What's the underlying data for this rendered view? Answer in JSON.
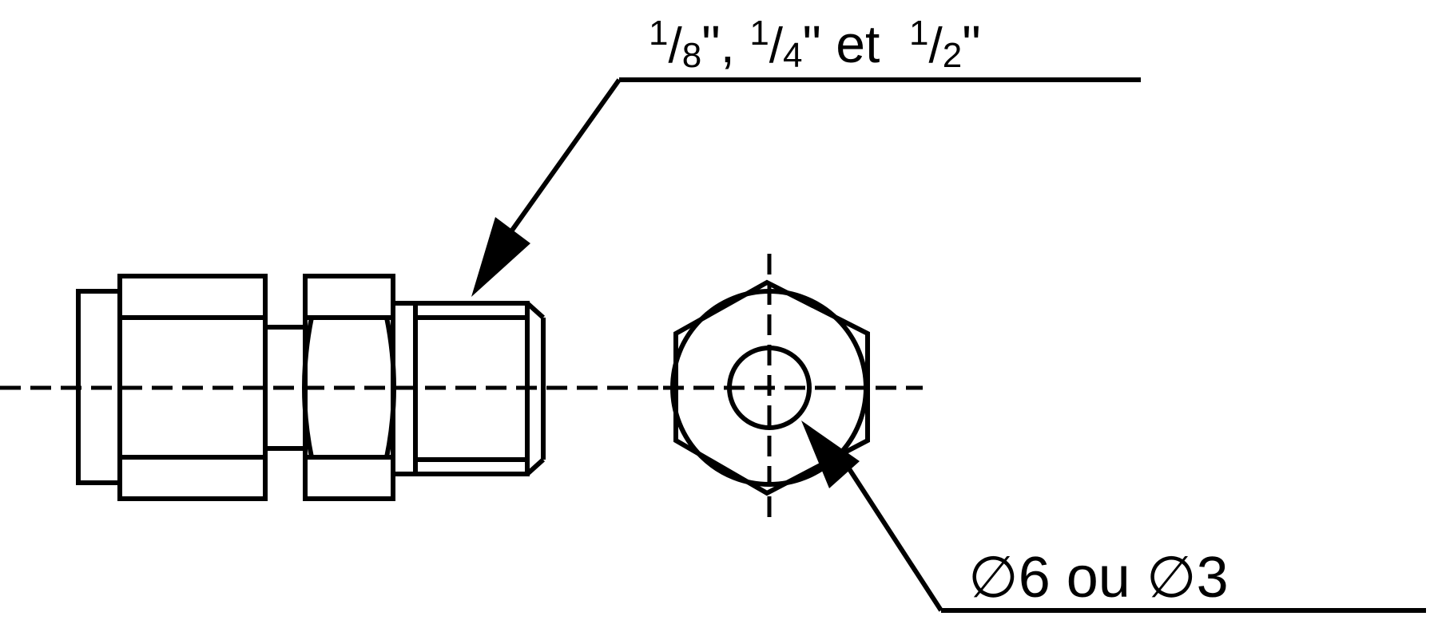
{
  "diagram": {
    "thread_label": {
      "fractions": [
        {
          "numerator": "1",
          "denominator": "8",
          "suffix": "\", "
        },
        {
          "numerator": "1",
          "denominator": "4",
          "suffix": "\" et  "
        },
        {
          "numerator": "1",
          "denominator": "2",
          "suffix": "\""
        }
      ],
      "full_text": "1/8\", 1/4\" et  1/2\""
    },
    "tube_label": "∅6 ou ∅3",
    "colors": {
      "ink": "#000000",
      "paper": "#ffffff"
    }
  }
}
